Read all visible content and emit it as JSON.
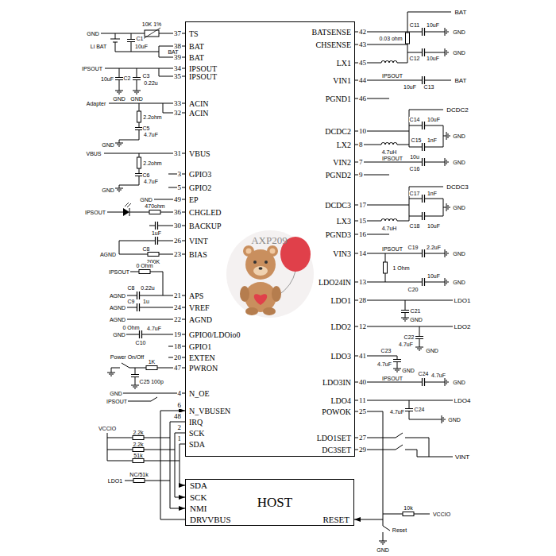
{
  "diagram": {
    "nodes": [
      {
        "text": [
          "AXP209"
        ]
      },
      {
        "text": [
          "HOST"
        ]
      }
    ],
    "edges": [
      {
        "from": 0,
        "to": 1,
        "arrow": "to"
      },
      {
        "from": 0,
        "to": 1,
        "arrow": "to"
      },
      {
        "from": 0,
        "to": 1,
        "arrow": "to"
      },
      {
        "from": 1,
        "to": 0,
        "arrow": "to"
      },
      {
        "from": 0,
        "to": 1,
        "arrow": "to"
      }
    ],
    "labels": [
      "TS",
      "37",
      "BAT",
      "38",
      "BAT",
      "39",
      "IPSOUT",
      "34",
      "IPSOUT",
      "35",
      "ACIN",
      "33",
      "ACIN",
      "32",
      "VBUS",
      "31",
      "GPIO3",
      "3",
      "GPIO2",
      "5",
      "EP",
      "49",
      "CHGLED",
      "36",
      "BACKUP",
      "30",
      "VINT",
      "26",
      "BIAS",
      "23",
      "APS",
      "21",
      "VREF",
      "24",
      "AGND",
      "22",
      "GPIO0/LDOio0",
      "19",
      "GPIO1",
      "18",
      "EXTEN",
      "20",
      "PWRON",
      "47",
      "N_OE",
      "4",
      "N_VBUSEN",
      "6",
      "IRQ",
      "48",
      "SCK",
      "2",
      "SDA",
      "1",
      "BATSENSE",
      "42",
      "CHSENSE",
      "43",
      "LX1",
      "45",
      "VIN1",
      "44",
      "PGND1",
      "46",
      "DCDC2",
      "10",
      "LX2",
      "8",
      "VIN2",
      "7",
      "PGND2",
      "9",
      "DCDC3",
      "17",
      "LX3",
      "15",
      "PGND3",
      "16",
      "VIN3",
      "14",
      "LDO24IN",
      "13",
      "LDO1",
      "28",
      "LDO2",
      "12",
      "LDO3",
      "41",
      "LDO3IN",
      "40",
      "LDO4",
      "11",
      "POWOK",
      "25",
      "LDO1SET",
      "27",
      "DC3SET",
      "29",
      "SDA",
      "SCK",
      "NMI",
      "DRVVBUS",
      "RESET",
      "GND",
      "10K 1%",
      "C1",
      "Li BAT",
      "10uF",
      "BAT",
      "IPSOUT",
      "10uF",
      "C2",
      "C3",
      "0.22u",
      "GND",
      "GND",
      "Adapter",
      "2.2ohm",
      "C5",
      "4.7uF",
      "GND",
      "VBUS",
      "2.2ohm",
      "C6",
      "4.7uF",
      "GND",
      "GND",
      "IPSOUT",
      "470ohm",
      "1uF",
      "C8",
      "AGND",
      "200K",
      "IPSOUT",
      "0 Ohm",
      "AGND",
      "C8",
      "0.22u",
      "AGND",
      "C9",
      "1u",
      "AGND",
      "0 Ohm",
      "GND",
      "4.7uF",
      "C10",
      "Power On/Off",
      "1K",
      "C25",
      "100p",
      "GND",
      "IPSOUT",
      "VCCIO",
      "2.2k",
      "2.2k",
      "51k",
      "LDO1",
      "NC/51k",
      "BAT",
      "C11",
      "10uF",
      "0.03 ohm",
      "GND",
      "C12",
      "10uF",
      "GND",
      "IPSOUT",
      "BAT",
      "10uF",
      "C13",
      "DCDC2",
      "C14",
      "10uF",
      "GND",
      "4.7uH",
      "C15",
      "1nF",
      "IPSOUT",
      "10u",
      "C16",
      "GND",
      "DCDC3",
      "C17",
      "1nF",
      "GND",
      "C18",
      "10uF",
      "4.7uH",
      "IPSOUT",
      "C19",
      "2.2uF",
      "GND",
      "1 Ohm",
      "10uF",
      "C20",
      "GND",
      "LDO1",
      "C21",
      "GND",
      "LDO2",
      "C22",
      "4.7uF",
      "GND",
      "C23",
      "4.7uF",
      "GND",
      "IPSOUT",
      "C24",
      "4.7uF",
      "GND",
      "LDO4",
      "C24",
      "4.7uF",
      "GND",
      "VINT",
      "10k",
      "VCCIO",
      "Reset",
      "GND"
    ]
  }
}
